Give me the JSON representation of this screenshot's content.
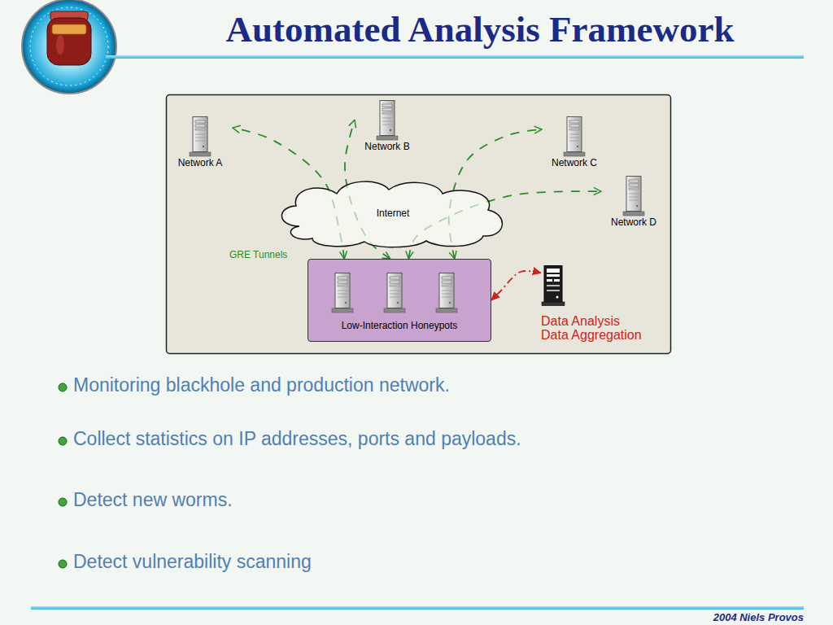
{
  "diagram": {
    "title": "Automated Analysis Framework",
    "nodes": [
      {
        "text": [
          "Network A"
        ]
      },
      {
        "text": [
          "Network B"
        ]
      },
      {
        "text": [
          "Network C"
        ]
      },
      {
        "text": [
          "Network D"
        ]
      },
      {
        "text": [
          "Internet"
        ]
      },
      {
        "text": [
          "Low-Interaction Honeypots"
        ]
      },
      {
        "text": [
          "Data Analysis Data Aggregation"
        ]
      }
    ],
    "edges": [
      {
        "from": 5,
        "to": 0,
        "arrow": "both"
      },
      {
        "from": 5,
        "to": 1,
        "arrow": "both"
      },
      {
        "from": 5,
        "to": 2,
        "arrow": "both"
      },
      {
        "from": 5,
        "to": 3,
        "arrow": "both"
      },
      {
        "from": 6,
        "to": 5,
        "arrow": "both"
      }
    ],
    "labels": [
      "GRE Tunnels",
      "Monitoring blackhole and production network.",
      "Collect statistics on IP addresses, ports and payloads.",
      "Detect new worms.",
      "Detect vulnerability scanning",
      "2004 Niels Provos"
    ]
  }
}
